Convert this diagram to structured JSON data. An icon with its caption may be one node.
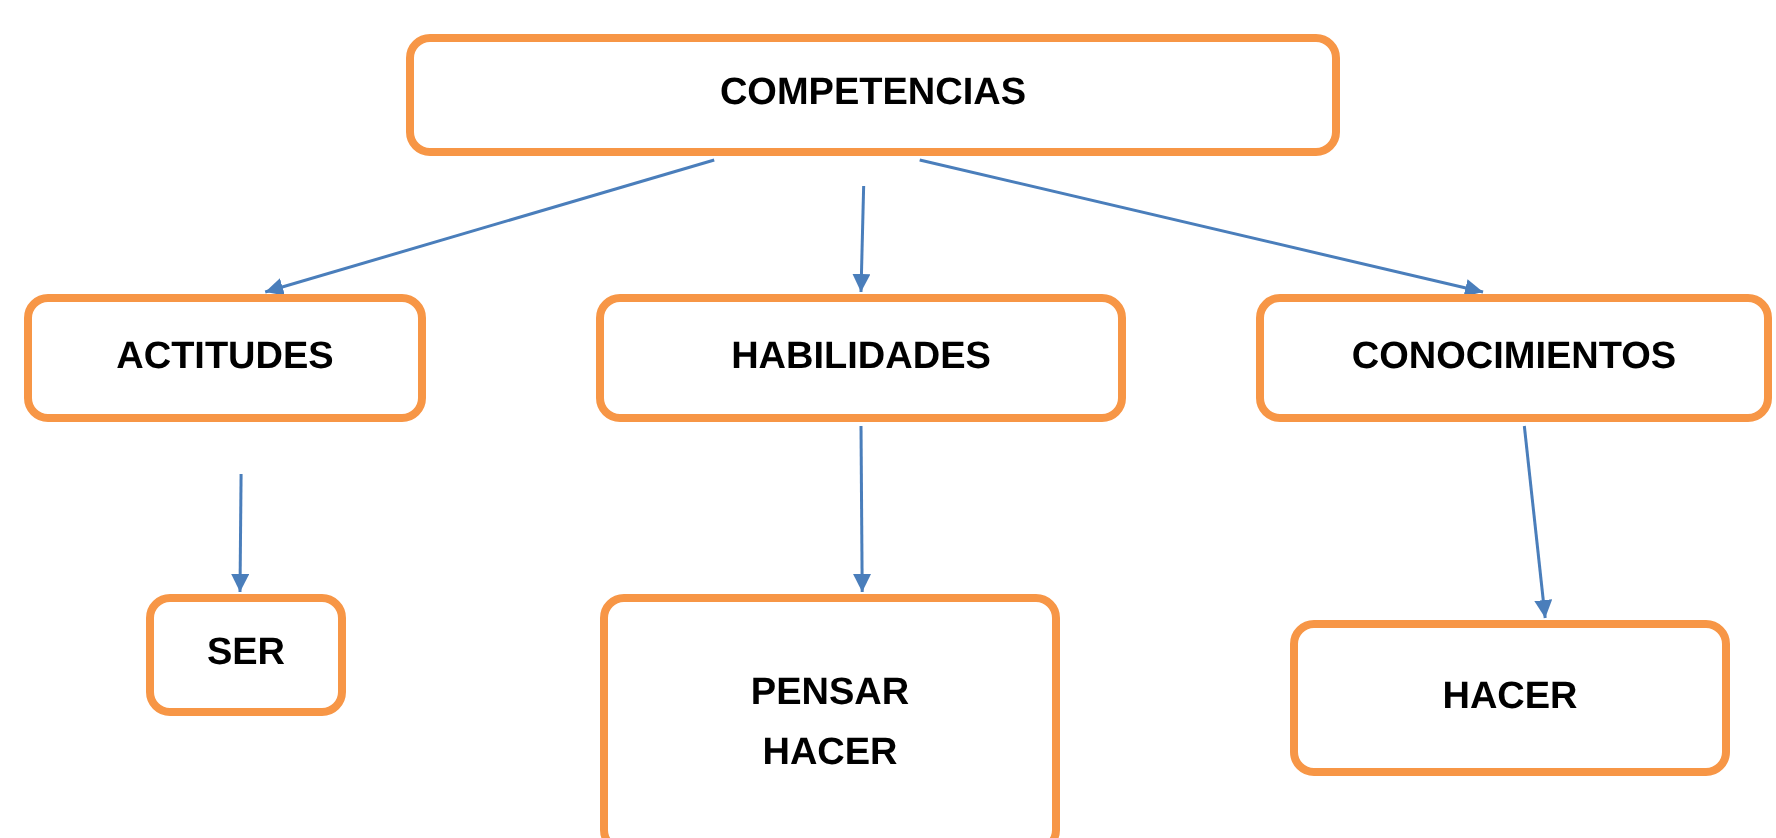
{
  "diagram": {
    "nodes": [
      {
        "text": [
          "COMPETENCIAS"
        ]
      },
      {
        "text": [
          "ACTITUDES"
        ]
      },
      {
        "text": [
          "HABILIDADES"
        ]
      },
      {
        "text": [
          "CONOCIMIENTOS"
        ]
      },
      {
        "text": [
          "SER"
        ]
      },
      {
        "text": [
          "PENSAR HACER"
        ]
      },
      {
        "text": [
          "HACER"
        ]
      }
    ],
    "edges": [
      {
        "from": 0,
        "to": 1,
        "arrow": "to"
      },
      {
        "from": 0,
        "to": 2,
        "arrow": "to"
      },
      {
        "from": 0,
        "to": 3,
        "arrow": "to"
      },
      {
        "from": 1,
        "to": 4,
        "arrow": "to"
      },
      {
        "from": 2,
        "to": 5,
        "arrow": "to"
      },
      {
        "from": 3,
        "to": 6,
        "arrow": "to"
      }
    ]
  }
}
